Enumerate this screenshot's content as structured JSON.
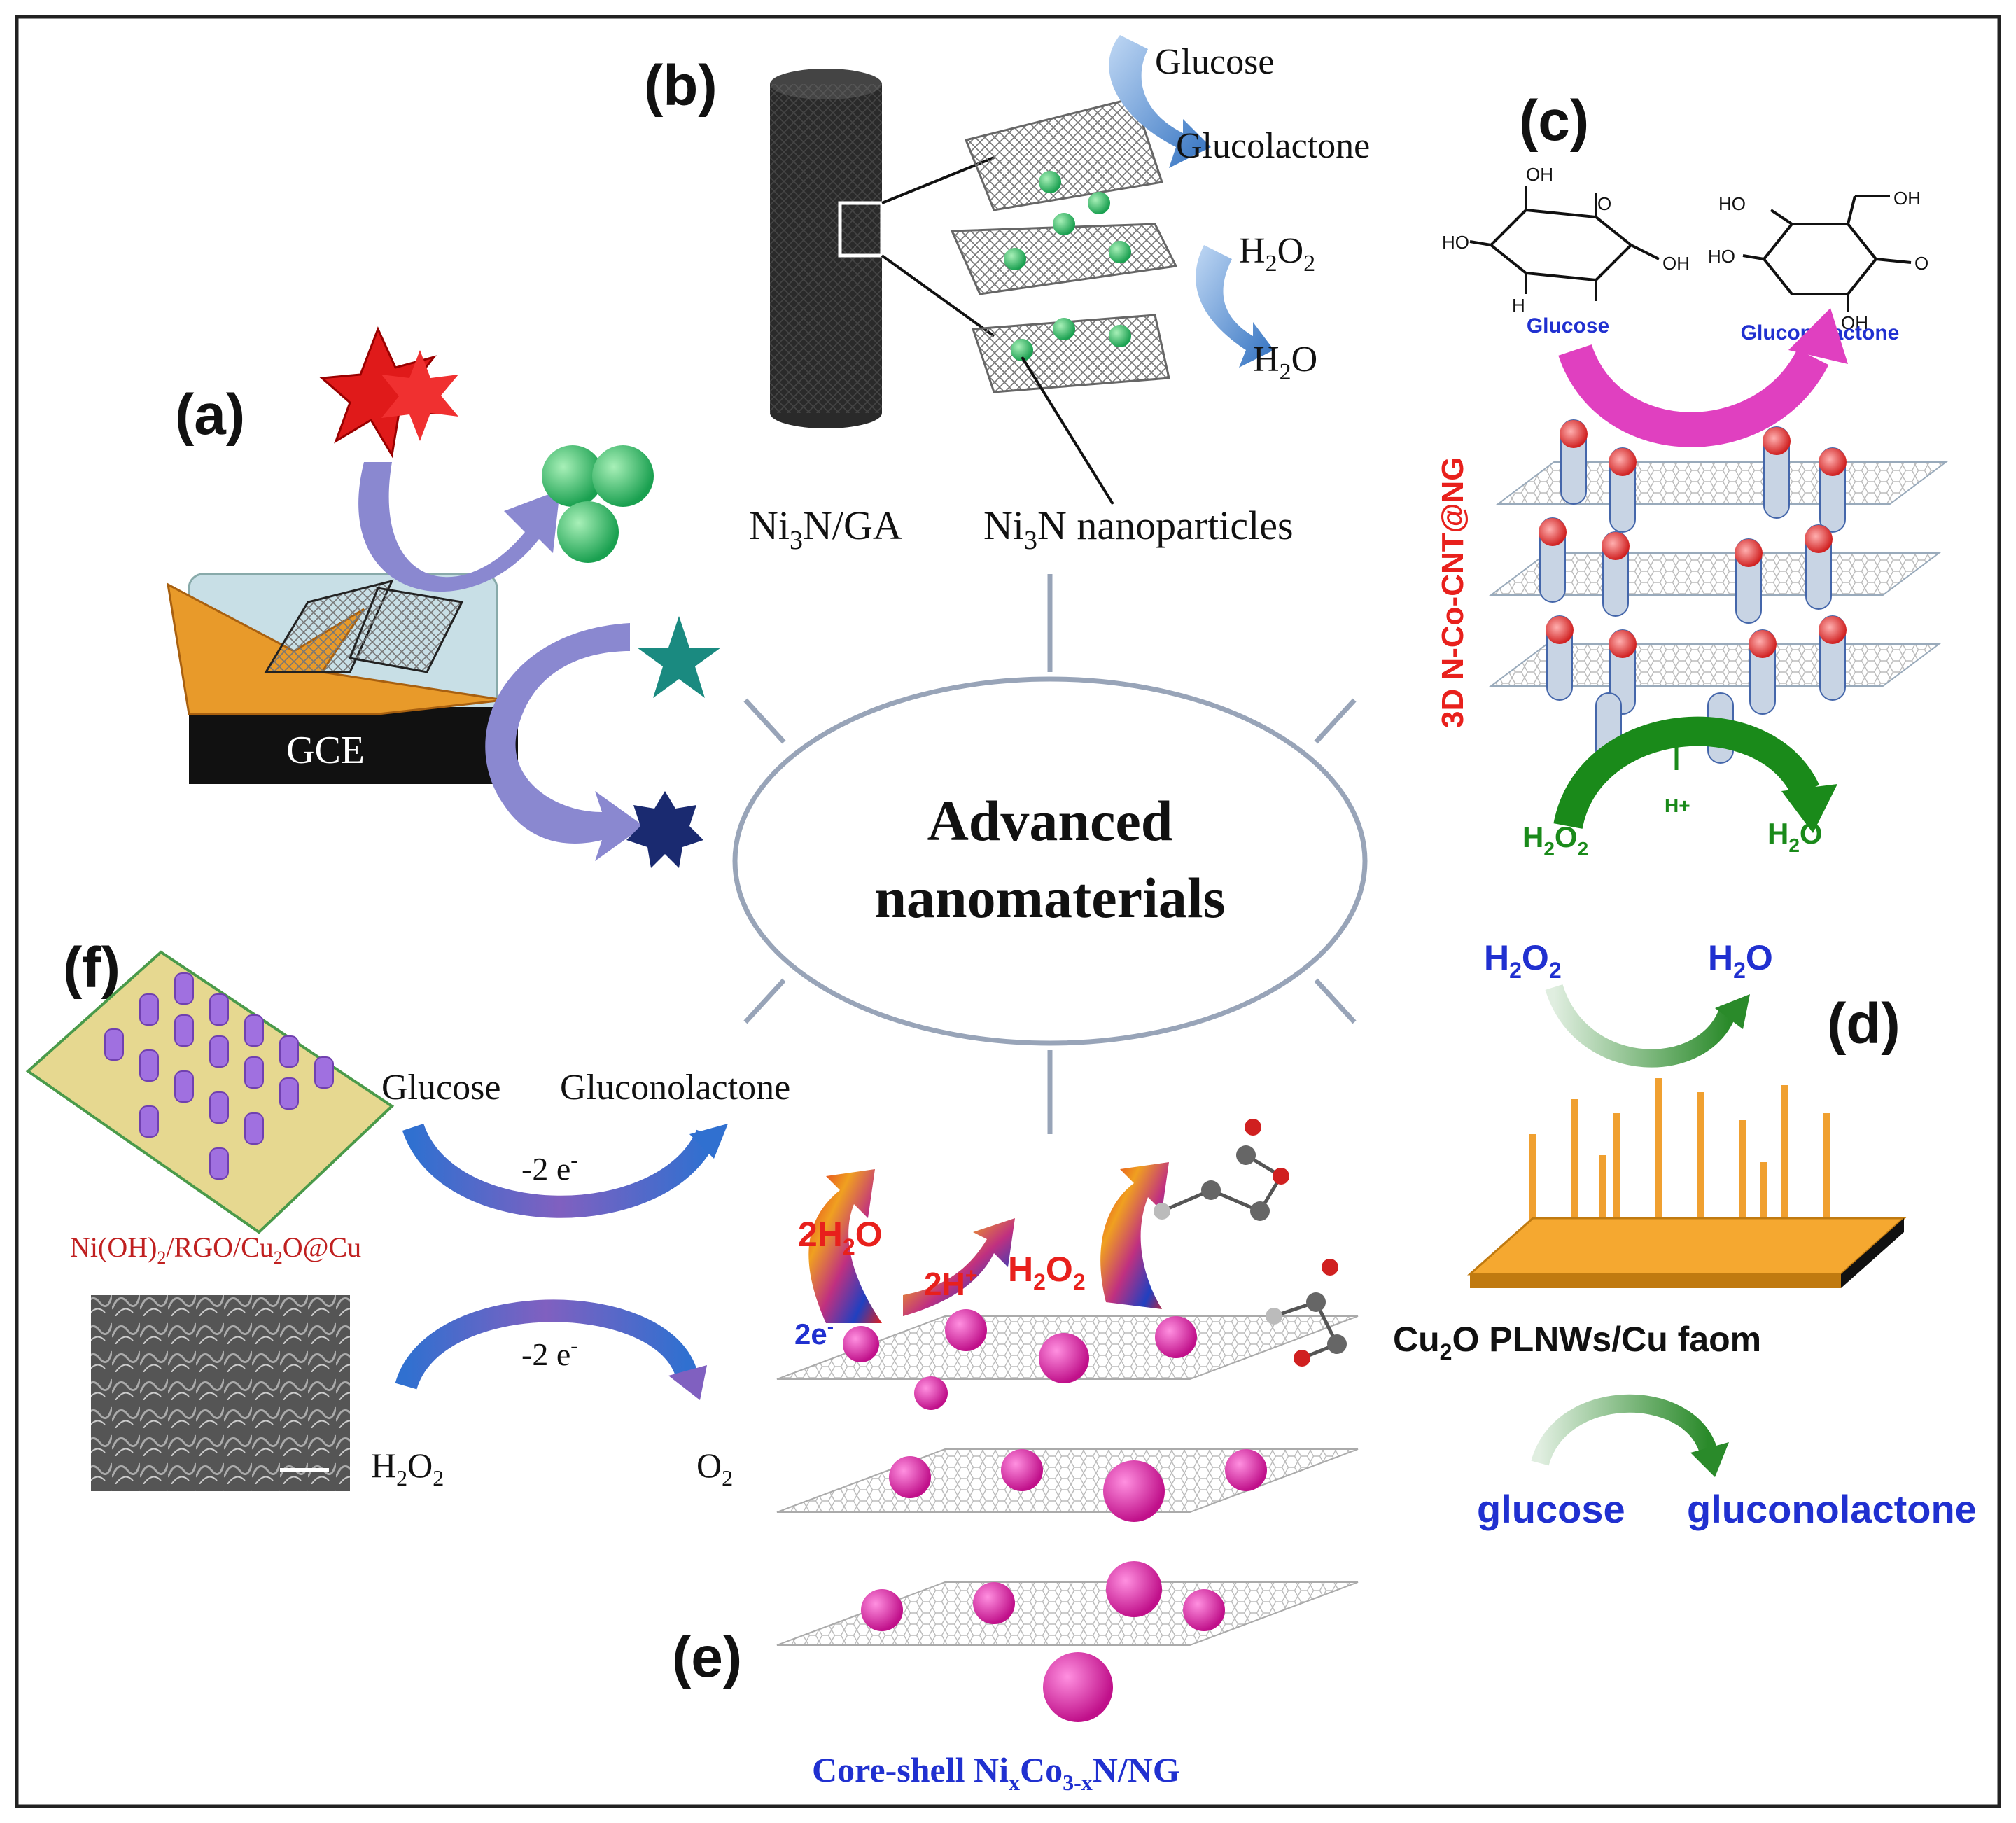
{
  "center": {
    "line1": "Advanced",
    "line2": "nanomaterials"
  },
  "panel_a": {
    "label": "(a)",
    "electrode": "GCE"
  },
  "panel_b": {
    "label": "(b)",
    "glucose": "Glucose",
    "glucolactone": "Glucolactone",
    "h2o2_main": "H",
    "h2o2_sub1": "2",
    "h2o2_mid": "O",
    "h2o2_sub2": "2",
    "h2o_main": "H",
    "h2o_sub": "2",
    "h2o_end": "O",
    "ga_main": "Ni",
    "ga_sub": "3",
    "ga_end": "N/GA",
    "np_main": "Ni",
    "np_sub": "3",
    "np_end": "N nanoparticles"
  },
  "panel_c": {
    "label": "(c)",
    "glucose": "Glucose",
    "gluconolactone": "Gluconolactone",
    "material": "3D N-Co-CNT@NG",
    "h_plus": "H+",
    "h2o2_a": "H",
    "h2o2_b": "2",
    "h2o2_c": "O",
    "h2o2_d": "2",
    "h2o_a": "H",
    "h2o_b": "2",
    "h2o_c": "O",
    "oh": "OH",
    "ho": "HO",
    "h": "H",
    "o": "O"
  },
  "panel_d": {
    "label": "(d)",
    "h2o2_a": "H",
    "h2o2_b": "2",
    "h2o2_c": "O",
    "h2o2_d": "2",
    "h2o_a": "H",
    "h2o_b": "2",
    "h2o_c": "O",
    "material_a": "Cu",
    "material_b": "2",
    "material_c": "O PLNWs/Cu faom",
    "glucose": "glucose",
    "gluconolactone": "gluconolactone"
  },
  "panel_e": {
    "label": "(e)",
    "two_h2o_a": "2H",
    "two_h2o_b": "2",
    "two_h2o_c": "O",
    "two_h_plus_a": "2H",
    "two_h_plus_b": "+",
    "h2o2_a": "H",
    "h2o2_b": "2",
    "h2o2_c": "O",
    "h2o2_d": "2",
    "two_e_a": "2e",
    "two_e_b": "-",
    "material_a": "Core-shell Ni",
    "material_b": "x",
    "material_c": "Co",
    "material_d": "3-x",
    "material_e": "N/NG"
  },
  "panel_f": {
    "label": "(f)",
    "glucose": "Glucose",
    "gluconolactone": "Gluconolactone",
    "electrons_a": "-2 e",
    "electrons_b": "-",
    "h2o2_a": "H",
    "h2o2_b": "2",
    "h2o2_c": "O",
    "h2o2_d": "2",
    "o2_a": "O",
    "o2_b": "2",
    "material_a": "Ni(OH)",
    "material_b": "2",
    "material_c": "/RGO/Cu",
    "material_d": "2",
    "material_e": "O@Cu"
  },
  "colors": {
    "red": "#e8201c",
    "blue": "#2030d0",
    "green": "#1a8a1a",
    "magenta": "#e040c0",
    "orange": "#f0a030",
    "purple_arrow": "#8080d0",
    "teal_star": "#1a8a80",
    "navy_star": "#1a2a70"
  }
}
